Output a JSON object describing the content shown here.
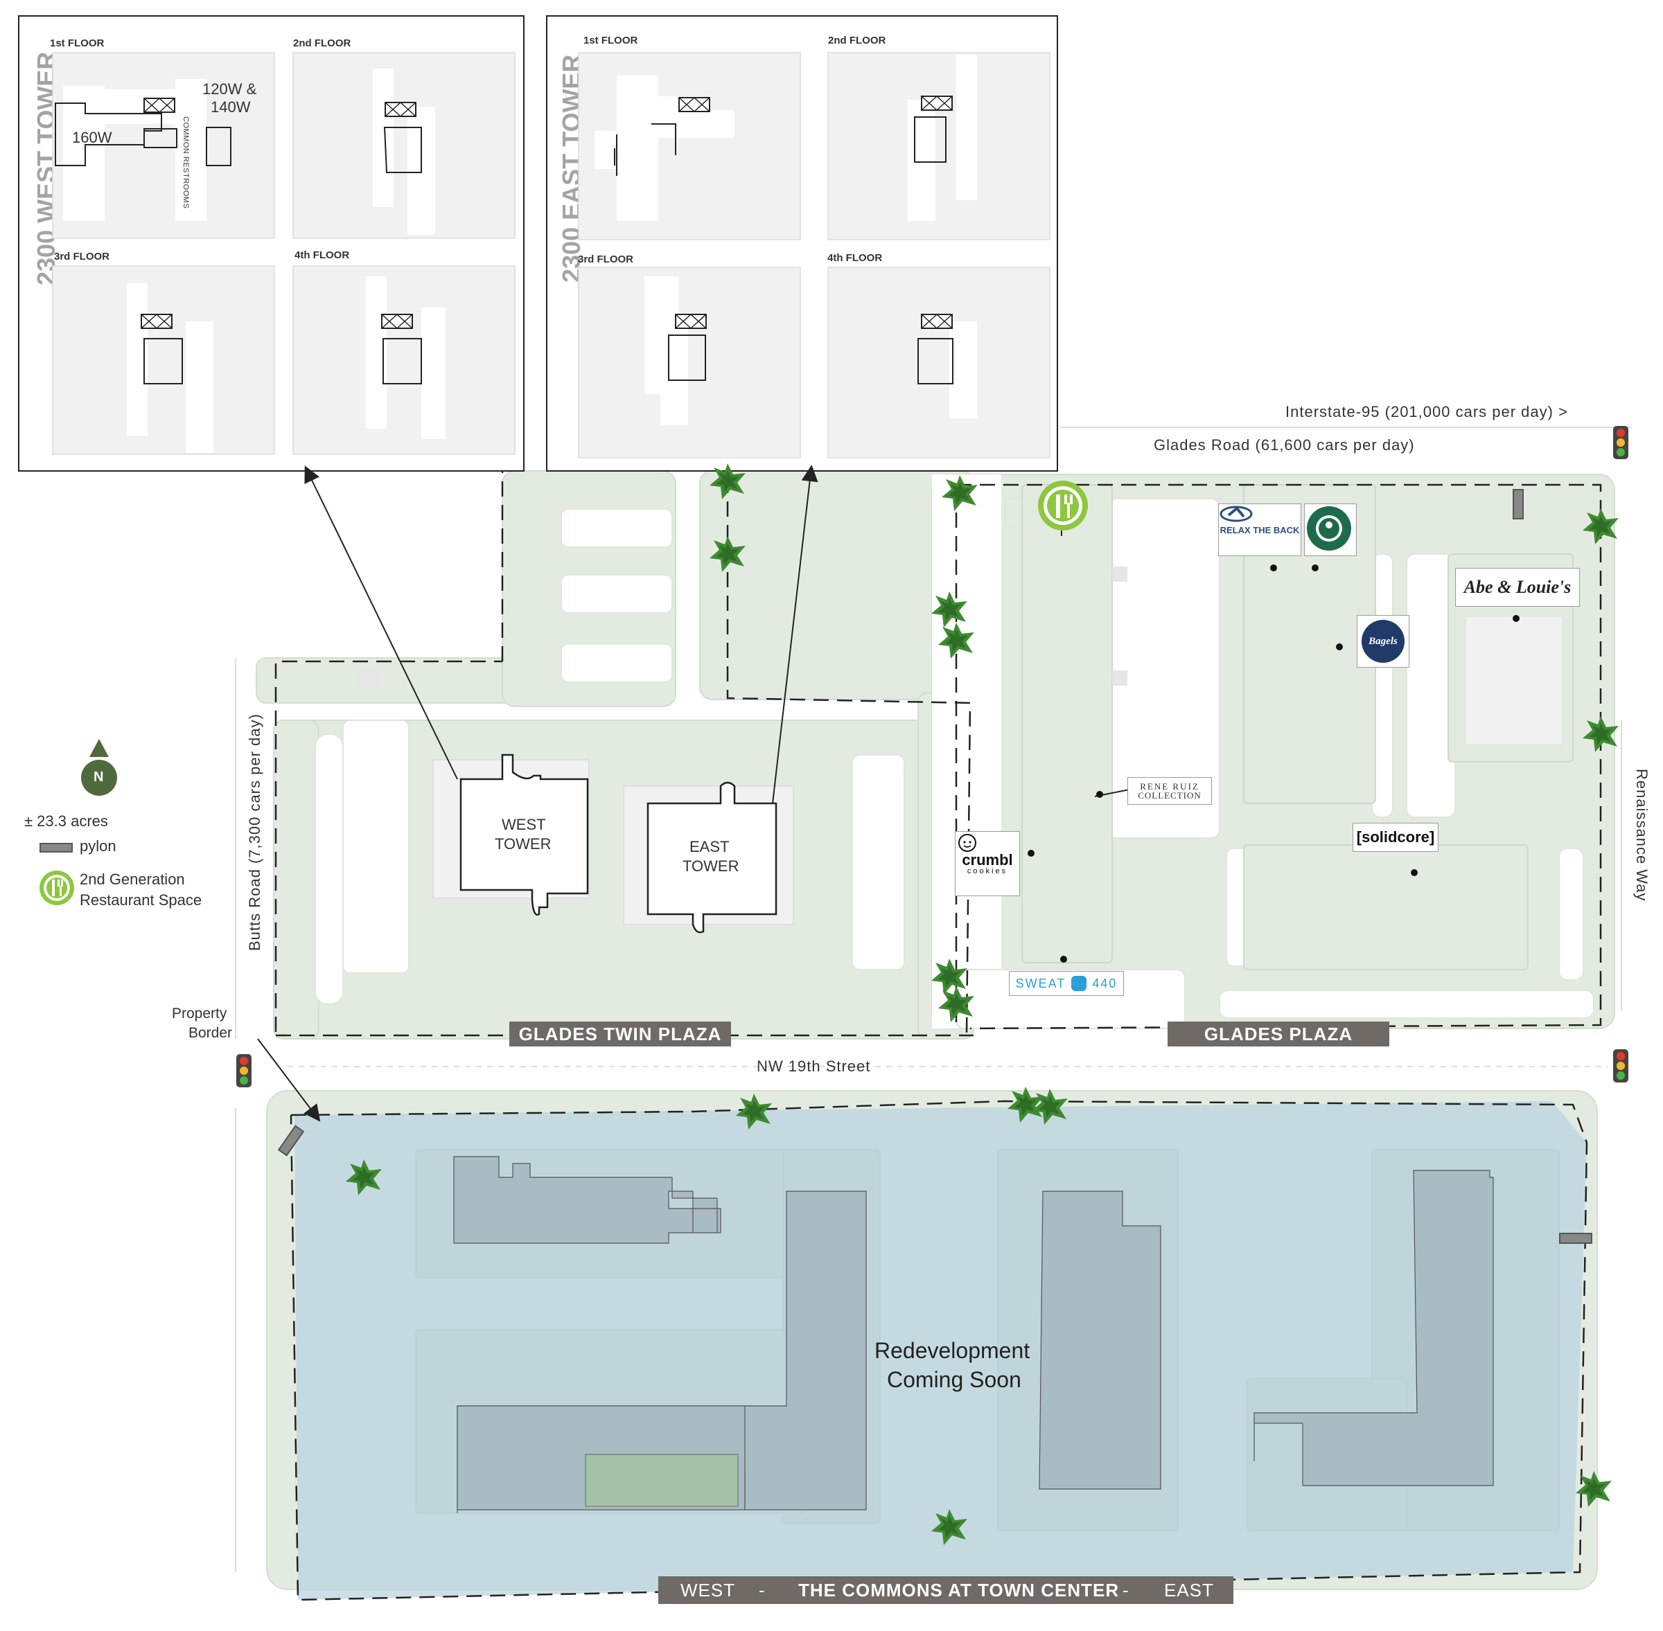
{
  "floorplans": {
    "west_tower": {
      "title": "2300 WEST TOWER",
      "floors": [
        "1st FLOOR",
        "2nd FLOOR",
        "3rd FLOOR",
        "4th FLOOR"
      ],
      "units": {
        "u1": "160W",
        "u2a": "120W &",
        "u2b": "140W"
      },
      "restrooms": "COMMON RESTROOMS"
    },
    "east_tower": {
      "title": "2300 EAST TOWER",
      "floors": [
        "1st FLOOR",
        "2nd FLOOR",
        "3rd FLOOR",
        "4th FLOOR"
      ]
    }
  },
  "roads": {
    "interstate": "Interstate-95 (201,000 cars per day) >",
    "glades": "Glades Road (61,600 cars per day)",
    "butts": "Butts Road (7,300 cars per day)",
    "renaissance": "Renaissance Way",
    "nw19": "NW 19th Street"
  },
  "legend": {
    "acres": "± 23.3  acres",
    "pylon": "pylon",
    "restaurant_line1": "2nd Generation",
    "restaurant_line2": "Restaurant Space",
    "north": "N"
  },
  "buildings": {
    "west_tower_l1": "WEST",
    "west_tower_l2": "TOWER",
    "east_tower_l1": "EAST",
    "east_tower_l2": "TOWER"
  },
  "plaza_bands": {
    "twin": "GLADES TWIN PLAZA",
    "glades": "GLADES PLAZA",
    "commons_west": "WEST",
    "commons_dash1": "-",
    "commons_name": "THE COMMONS AT TOWN CENTER",
    "commons_dash2": "-",
    "commons_east": "EAST"
  },
  "property_border": {
    "l1": "Property",
    "l2": "Border"
  },
  "redevelopment": {
    "l1": "Redevelopment",
    "l2": "Coming Soon"
  },
  "tenants": {
    "relax": "RELAX THE BACK",
    "abe": "Abe & Louie's",
    "bagels": "Bagels",
    "rene1": "RENE RUIZ",
    "rene2": "COLLECTION",
    "crumbl1": "crumbl",
    "crumbl2": "cookies",
    "solidcore": "[solidcore]",
    "sweat": "SWEAT",
    "sweat_num": "440"
  },
  "colors": {
    "lot": "#e3ebe0",
    "lot_edge": "#d2ddd0",
    "building": "#f1f1f1",
    "redevelop_overlay": "#b9d3df",
    "redevelop_bldg": "#a9bcc4",
    "band": "#6f6a66",
    "tree": "#3f8a32",
    "restaurant_green": "#8dc63f",
    "north_green": "#4f6b3d"
  },
  "icons": [
    "north-arrow-icon",
    "restaurant-space-icon",
    "pylon-icon",
    "traffic-light-icon",
    "palm-tree-icon",
    "starbucks-logo-icon",
    "elevator-icon"
  ]
}
